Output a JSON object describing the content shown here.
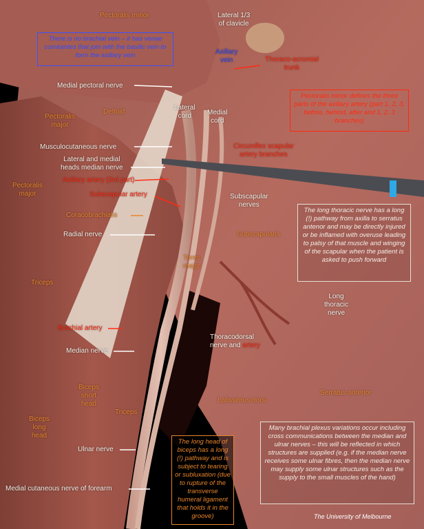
{
  "labels": {
    "pectoralis_minor": "Pectoralis minor",
    "lateral_clavicle": "Lateral 1/3\nof clavicle",
    "axillary_vein": "Axillary\nvein",
    "thoraco_acromial": "Thoraco-acromial\ntrunk",
    "medial_pectoral_nerve": "Medial pectoral nerve",
    "deltoid": "Deltoid",
    "lateral_cord": "Lateral\ncord",
    "medial_cord": "Medial\ncord",
    "pectoralis_major_1": "Pectoralis\nmajor",
    "musculocutaneous": "Musculocutaneous nerve",
    "circumflex_scapular": "Circumflex scapular\nartery branches",
    "lateral_medial_heads": "Lateral and medial\nheads median nerve",
    "axillary_artery": "Axillary artery (3rd part)",
    "pectoralis_major_2": "Pectoralis\nmajor",
    "subscapular_artery": "Subscapular artery",
    "subscapular_nerves": "Subscapular\nnerves",
    "coracobrachialis": "Coracobrachialis",
    "radial_nerve": "Radial nerve",
    "subscapularis": "Subscapularis",
    "teres_major": "Teres\nmajor",
    "triceps_1": "Triceps",
    "long_thoracic_nerve": "Long\nthoracic\nnerve",
    "brachial_artery": "Brachial artery",
    "thoracodorsal": "Thoracodorsal\nnerve and ",
    "thoracodorsal_artery": "artery",
    "median_nerve": "Median nerve",
    "biceps_short": "Biceps\nshort\nhead",
    "triceps_2": "Triceps",
    "serratus_anterior": "Serratus anterior",
    "latissimus_dorsi": "Latissimus dorsi",
    "biceps_long": "Biceps\nlong\nhead",
    "ulnar_nerve": "Ulnar nerve",
    "medial_cutaneous": "Medial cutaneous nerve of forearm"
  },
  "notes": {
    "brachial_vein": "There is no brachial vein – it has venae comitantes that join with the basilic vein to form the axillary vein",
    "pectoralis_minor_parts": "Pectoralis minor defines the three parts of the axillary artery (part 1, 2, 3, before, behind, after and 1, 2, 3 branches)",
    "long_thoracic": "The long thoracic nerve has a long (!) pathway from axilla to serratus antenor and may be directly injured or be inflamed with overuse leading to palsy of that muscle and winging of the scapular when the patient is asked to push forward",
    "biceps_long_head": "The long head of biceps has a long (!) pathway and is subject to tearing or subluxation (due to rupture of the transverse humeral ligament that holds it in the groove)",
    "plexus_variations": "Many brachial plexus variations occur including cross communications between the median and ulnar nerves – this will be reflected in which structures are supplied (e.g. if the median nerve receives some ulnar fibres, then the median nerve may supply some ulnar structures such as the supply to the small muscles of the hand)"
  },
  "credit": "The University of Melbourne",
  "colors": {
    "label_white": "#f3eee6",
    "label_red": "#ff2a12",
    "label_orange": "#e8852b",
    "label_blue": "#2e4cff",
    "tissue": "#b56a5e",
    "background": "#000000"
  }
}
